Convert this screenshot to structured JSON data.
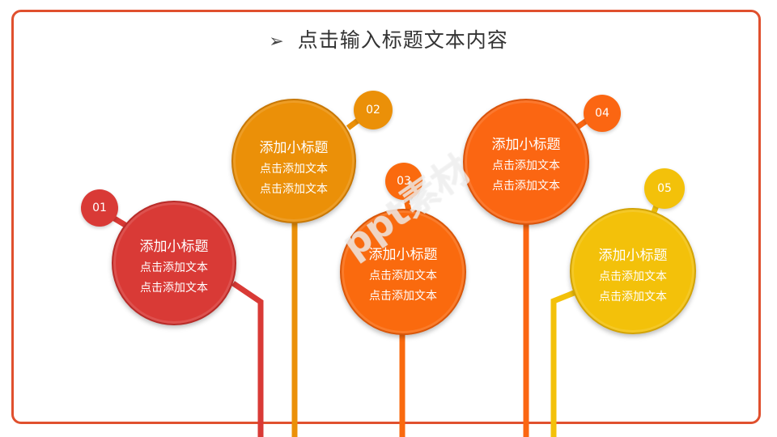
{
  "title": "点击输入标题文本内容",
  "colors": {
    "frame": "#e0502e",
    "c1": "#d93a36",
    "c2": "#eb9008",
    "c3": "#fa6a0e",
    "c4": "#fb6612",
    "c5": "#f3c10a"
  },
  "nodes": [
    {
      "num": "01",
      "heading": "添加小标题",
      "line1": "点击添加文本",
      "line2": "点击添加文本"
    },
    {
      "num": "02",
      "heading": "添加小标题",
      "line1": "点击添加文本",
      "line2": "点击添加文本"
    },
    {
      "num": "03",
      "heading": "添加小标题",
      "line1": "点击添加文本",
      "line2": "点击添加文本"
    },
    {
      "num": "04",
      "heading": "添加小标题",
      "line1": "点击添加文本",
      "line2": "点击添加文本"
    },
    {
      "num": "05",
      "heading": "添加小标题",
      "line1": "点击添加文本",
      "line2": "点击添加文本"
    }
  ],
  "watermark": "ppt素材"
}
